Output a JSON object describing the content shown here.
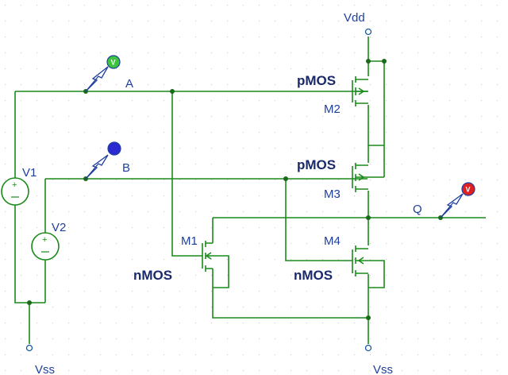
{
  "labels": {
    "vdd": "Vdd",
    "vss_left": "Vss",
    "vss_right": "Vss",
    "v1": "V1",
    "v2": "V2",
    "node_a": "A",
    "node_b": "B",
    "node_q": "Q",
    "m1": "M1",
    "m2": "M2",
    "m3": "M3",
    "m4": "M4",
    "pmos_top": "pMOS",
    "pmos_mid": "pMOS",
    "nmos_left": "nMOS",
    "nmos_right": "nMOS",
    "source_plus": "+"
  },
  "probes": {
    "a": {
      "letter": "V",
      "color": "#3cc43c"
    },
    "b": {
      "letter": "",
      "color": "#2a2ad0"
    },
    "q": {
      "letter": "V",
      "color": "#e02020"
    }
  },
  "colors": {
    "wire": "#1a8a1a",
    "label": "#1f3f9f",
    "bold_label": "#1a2a6a"
  }
}
